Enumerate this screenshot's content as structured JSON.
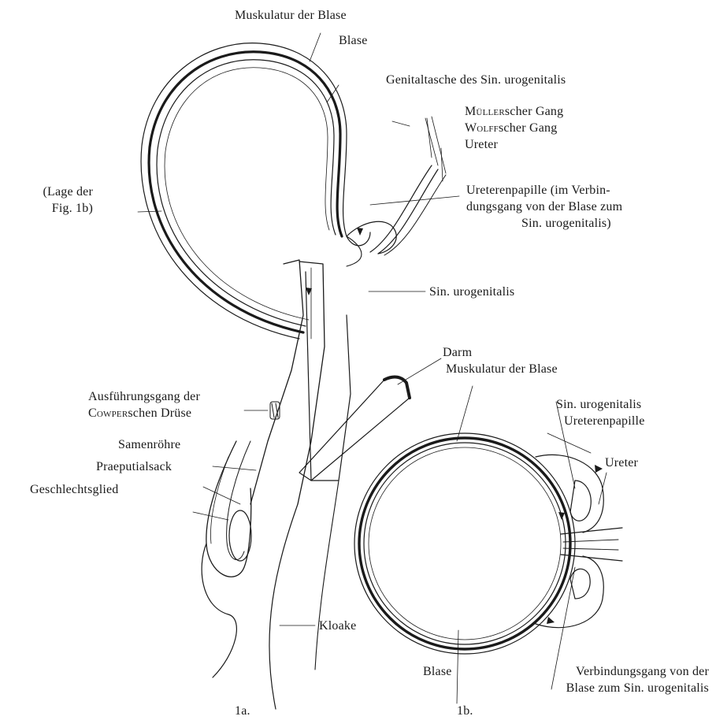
{
  "figure_1a": {
    "label": "1a.",
    "labels": {
      "muskulatur_der_blase": "Muskulatur der Blase",
      "blase": "Blase",
      "genitaltasche": "Genitaltasche des Sin. urogenitalis",
      "muellerscher_gang_sc": "Müller",
      "muellerscher_gang_rest": "scher Gang",
      "wolffscher_gang_sc": "Wolff",
      "wolffscher_gang_rest": "scher Gang",
      "ureter": "Ureter",
      "lage_line1": "(Lage der",
      "lage_line2": "Fig. 1b)",
      "ureterenpapille_line1": "Ureterenpapille  (im  Verbin-",
      "ureterenpapille_line2": "dungsgang von der Blase zum",
      "ureterenpapille_line3": "Sin. urogenitalis)",
      "sin_urogenitalis": "Sin. urogenitalis",
      "ausfuehrungsgang_line1": "Ausführungsgang der",
      "ausfuehrungsgang_sc": "Cowper",
      "ausfuehrungsgang_rest": "schen Drüse",
      "samenroehre": "Samenröhre",
      "praeputialsack": "Praeputialsack",
      "geschlechtsglied": "Geschlechtsglied",
      "kloake": "Kloake"
    }
  },
  "figure_1b": {
    "label": "1b.",
    "labels": {
      "darm": "Darm",
      "muskulatur_der_blase": "Muskulatur der Blase",
      "sin_urogenitalis": "Sin. urogenitalis",
      "ureterenpapille": "Ureterenpapille",
      "ureter": "Ureter",
      "blase": "Blase",
      "verbindungsgang_line1": "Verbindungsgang von der",
      "verbindungsgang_line2": "Blase zum Sin. urogenitalis"
    }
  },
  "colors": {
    "ink": "#1a1a1a",
    "paper": "#ffffff"
  }
}
